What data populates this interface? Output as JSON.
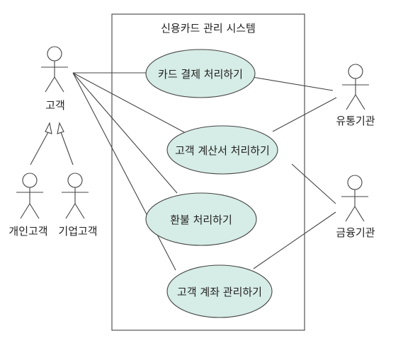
{
  "system": {
    "title": "신용카드 관리 시스템"
  },
  "actors": {
    "customer": "고객",
    "personal_customer": "개인고객",
    "corporate_customer": "기업고객",
    "distributor": "유통기관",
    "financial_institution": "금융기관"
  },
  "use_cases": {
    "card_payment": "카드 결제 처리하기",
    "customer_statement": "고객 계산서 처리하기",
    "refund": "환불 처리하기",
    "account_management": "고객 계좌 관리하기"
  },
  "colors": {
    "use_case_fill": "#d6ece6",
    "line": "#444444",
    "background": "#ffffff"
  }
}
